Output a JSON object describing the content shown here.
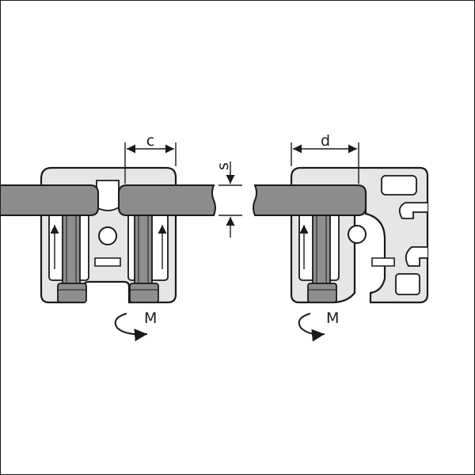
{
  "labels": {
    "dim_c": "c",
    "dim_d": "d",
    "dim_s": "s",
    "moment_left": "M",
    "moment_right": "M"
  },
  "colors": {
    "outline": "#1a1a1a",
    "profile_fill": "#e6e6e6",
    "panel_fill": "#8c8c8c",
    "screw_fill": "#8e8e8e",
    "screw_dark": "#6e6e6e",
    "background": "#ffffff"
  }
}
